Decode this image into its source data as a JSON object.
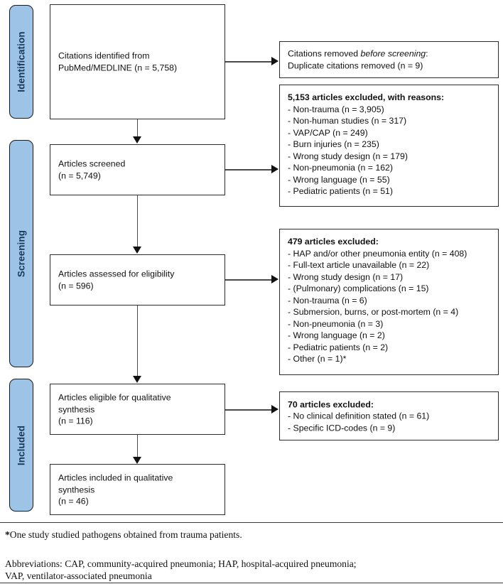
{
  "title": "PRISMA study selection flow diagram",
  "colors": {
    "phase_bar_fill": "#9DC3E6",
    "phase_bar_border": "#1A1A1A",
    "phase_label_text": "#17375E",
    "box_border": "#2B2B2B",
    "connector": "#4A4A4A",
    "text": "#111111"
  },
  "phases": [
    {
      "id": "identification",
      "label": "Identification"
    },
    {
      "id": "screening",
      "label": "Screening"
    },
    {
      "id": "included",
      "label": "Included"
    }
  ],
  "flow": {
    "identified": {
      "line1": "Citations identified from",
      "line2": "PubMed/MEDLINE (n = 5,758)"
    },
    "screened": {
      "line1": "Articles screened",
      "line2": "(n = 5,749)"
    },
    "assessed": {
      "line1": "Articles assessed for eligibility",
      "line2": "(n = 596)"
    },
    "eligible": {
      "line1": "Articles eligible for qualitative",
      "line2": "synthesis",
      "line3": "(n = 116)"
    },
    "included": {
      "line1": "Articles included in qualitative",
      "line2": "synthesis",
      "line3": "(n = 46)"
    }
  },
  "exclusions": {
    "before_screening": {
      "heading_pre": "Citations removed ",
      "heading_italic": "before screening",
      "heading_post": ":",
      "items": [
        "Duplicate citations removed (n = 9)"
      ]
    },
    "screening_stage": {
      "heading": "5,153 articles excluded, with reasons:",
      "items": [
        "- Non-trauma (n = 3,905)",
        "- Non-human studies (n = 317)",
        "- VAP/CAP (n = 249)",
        "- Burn injuries (n = 235)",
        "- Wrong study design (n = 179)",
        "- Non-pneumonia (n = 162)",
        "- Wrong language (n = 55)",
        "- Pediatric patients (n = 51)"
      ]
    },
    "eligibility_stage": {
      "heading": "479 articles excluded:",
      "items": [
        "- HAP and/or other pneumonia entity (n = 408)",
        "- Full-text article unavailable (n = 22)",
        "- Wrong study design (n = 17)",
        "- (Pulmonary) complications (n = 15)",
        "- Non-trauma (n = 6)",
        "- Submersion, burns, or post-mortem (n = 4)",
        "- Non-pneumonia (n = 3)",
        "- Wrong language (n = 2)",
        "- Pediatric patients (n = 2)",
        "- Other (n = 1)*"
      ]
    },
    "inclusion_stage": {
      "heading": "70 articles excluded:",
      "items": [
        "- No clinical definition stated (n = 61)",
        "- Specific ICD-codes (n = 9)"
      ]
    }
  },
  "footer": {
    "footnote_star": "*",
    "footnote_text": "One study studied pathogens obtained from trauma patients.",
    "abbreviations_line1": "Abbreviations: CAP, community-acquired pneumonia; HAP, hospital-acquired pneumonia;",
    "abbreviations_line2": "VAP, ventilator-associated pneumonia"
  }
}
